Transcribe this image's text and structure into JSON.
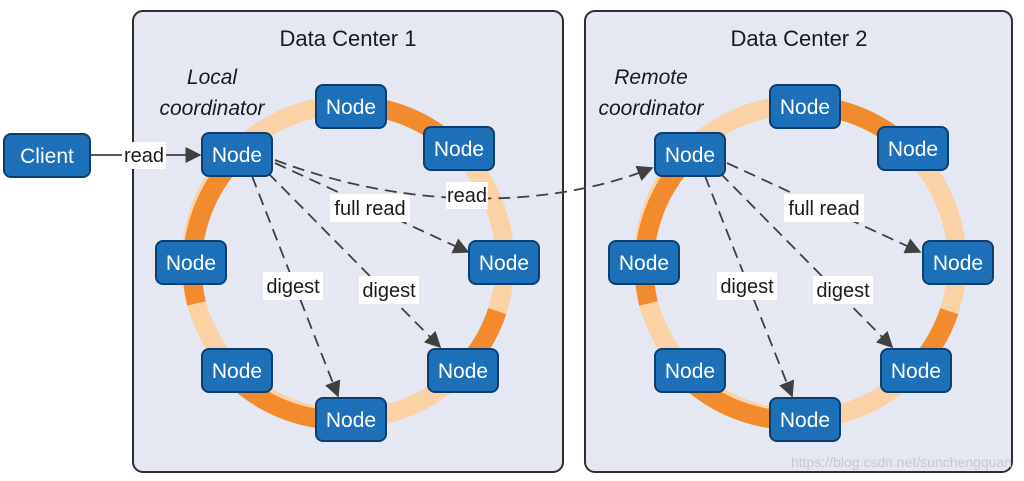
{
  "client": {
    "label": "Client"
  },
  "data_centers": [
    {
      "title": "Data Center 1",
      "coordinator_label_line1": "Local",
      "coordinator_label_line2": "coordinator",
      "node_label": "Node",
      "edge_labels": {
        "read_in": "read",
        "full_read": "full read",
        "digest_a": "digest",
        "digest_b": "digest",
        "read_cross": "read"
      }
    },
    {
      "title": "Data Center 2",
      "coordinator_label_line1": "Remote",
      "coordinator_label_line2": "coordinator",
      "node_label": "Node",
      "edge_labels": {
        "full_read": "full read",
        "digest_a": "digest",
        "digest_b": "digest"
      }
    }
  ],
  "colors": {
    "ring_light": "#fbd2a6",
    "ring_dark": "#f28a2e",
    "node": "#1d6fb8",
    "panel": "#e5e8f3"
  },
  "watermark": "https://blog.csdn.net/sunchengquan"
}
